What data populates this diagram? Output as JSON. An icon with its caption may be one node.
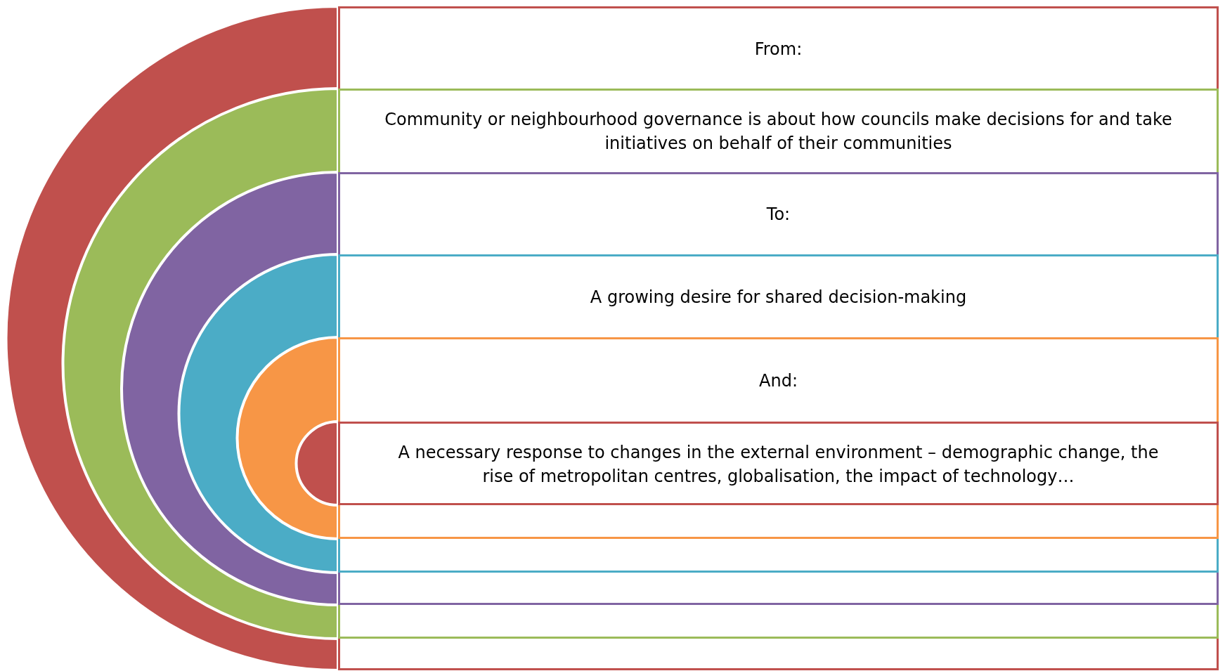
{
  "diagram": {
    "nodes": [
      {
        "text": [
          "From:"
        ]
      },
      {
        "text": [
          "Community or neighbourhood governance is about how councils make decisions for and take initiatives on behalf of their communities"
        ],
        "in": 0
      },
      {
        "text": [
          "To:"
        ],
        "in": 1
      },
      {
        "text": [
          "A growing desire for shared decision-making"
        ],
        "in": 2
      },
      {
        "text": [
          "And:"
        ],
        "in": 3
      },
      {
        "text": [
          "A necessary response to changes in the external environment – demographic change, the rise of metropolitan centres, globalisation, the impact of technology…"
        ],
        "in": 4
      }
    ]
  }
}
